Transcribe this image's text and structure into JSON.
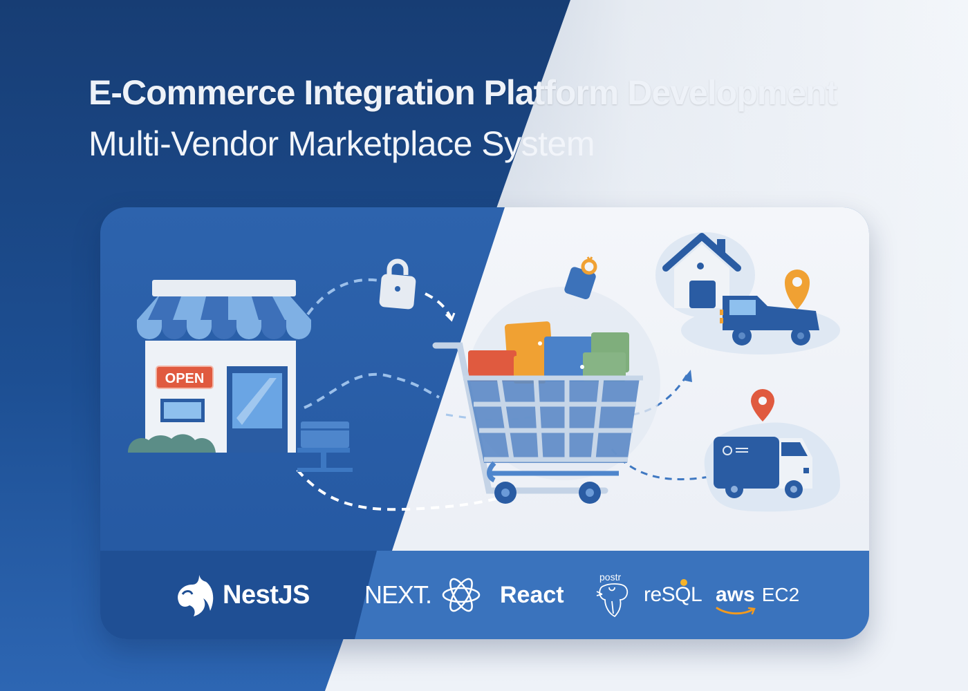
{
  "headline": {
    "title": "E-Commerce Integration Platform Development",
    "subtitle": "Multi-Vendor Marketplace System"
  },
  "illustration": {
    "storefront": {
      "sign_label": "OPEN"
    },
    "elements": [
      "storefront-icon",
      "padlock-icon",
      "credit-card-terminal-icon",
      "shopping-cart-icon",
      "price-tag-icon",
      "house-icon",
      "delivery-truck-icon",
      "location-pin-icon",
      "delivery-van-icon"
    ]
  },
  "tech_stack": [
    {
      "name": "NestJS",
      "icon": "nestjs-logo-icon"
    },
    {
      "name": "NEXT.",
      "icon": "nextjs-logo-icon"
    },
    {
      "name": "React",
      "icon": "react-atom-icon"
    },
    {
      "name": "PostgreSQL",
      "label": "reSQL",
      "prefix": "postr",
      "icon": "postgresql-elephant-icon"
    },
    {
      "name": "aws",
      "label": "EC2",
      "icon": "aws-smile-icon"
    }
  ],
  "colors": {
    "dark_blue": "#173d74",
    "card_blue": "#2d63ad",
    "footer_blue": "#3a73bd",
    "light_bg": "#eef2f8",
    "open_sign_red": "#e05a3f",
    "orange": "#f0a133",
    "green": "#7fae7c",
    "aws_orange": "#f39a1e"
  }
}
